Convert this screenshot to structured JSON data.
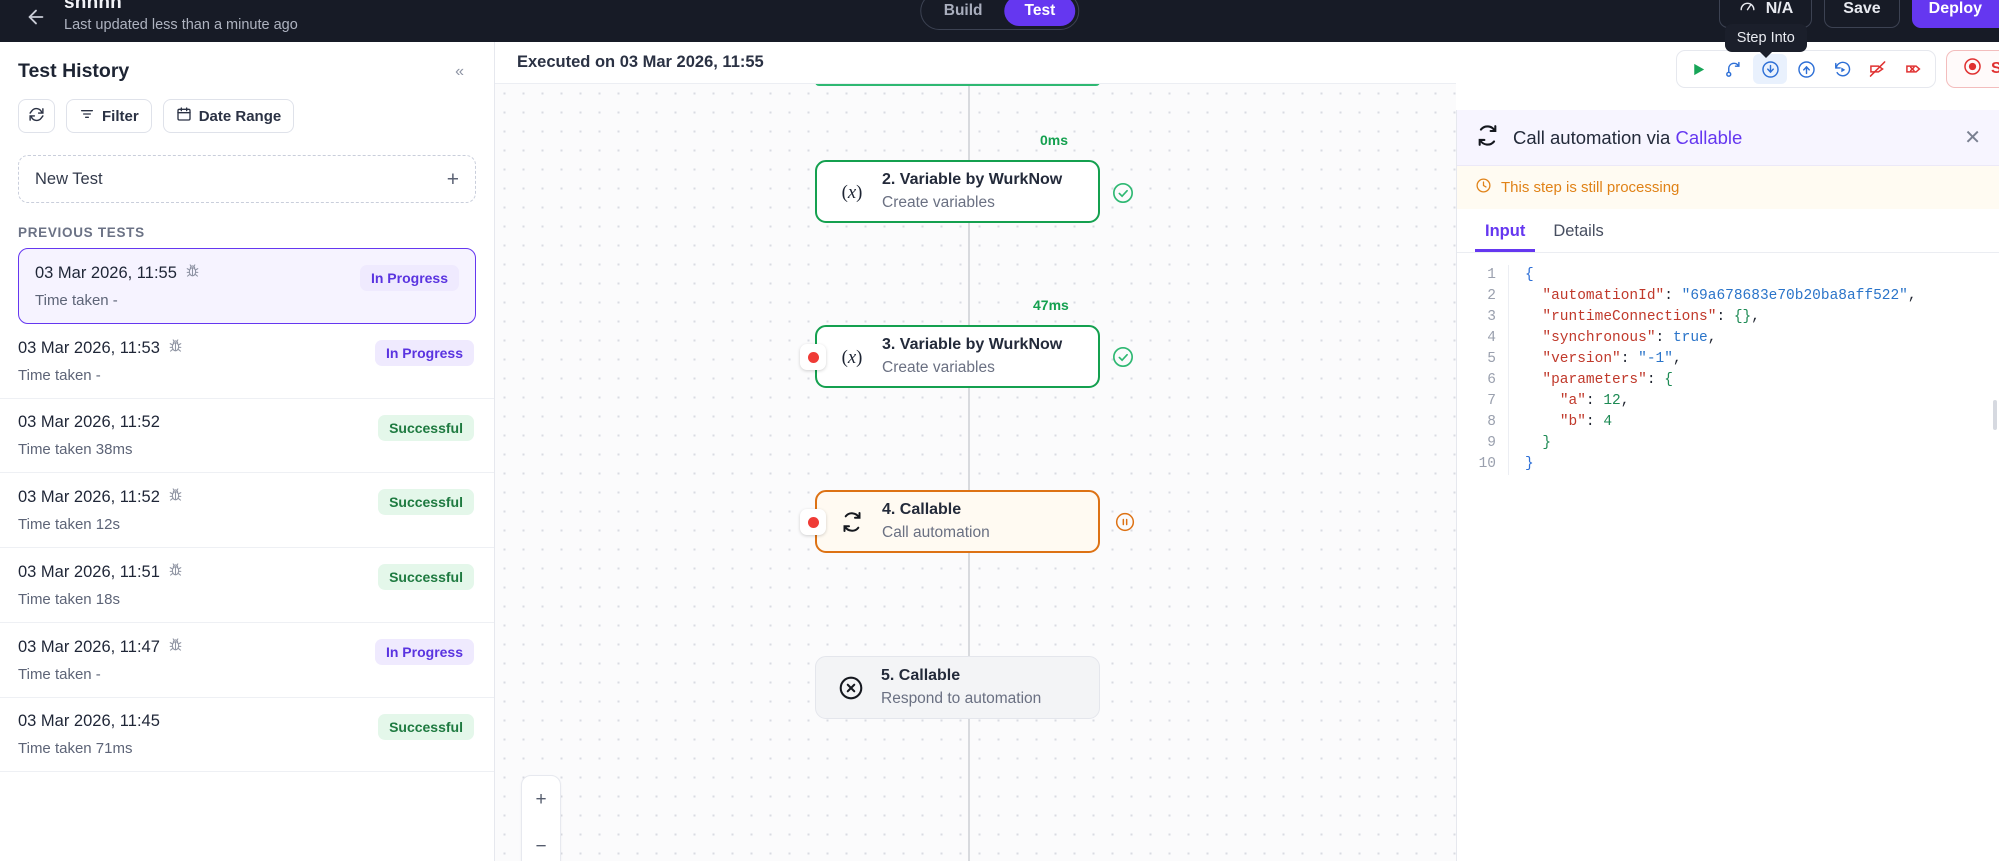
{
  "topbar": {
    "title": "shhhh",
    "subtitle": "Last updated less than a minute ago",
    "back_icon": "arrow-left-icon",
    "segments": [
      {
        "label": "Build",
        "active": false
      },
      {
        "label": "Test",
        "active": true
      }
    ],
    "gauge_label": "N/A",
    "save_label": "Save",
    "deploy_label": "Deploy",
    "tooltip": "Step Into"
  },
  "sidebar": {
    "title": "Test History",
    "collapse_icon": "chevrons-left-icon",
    "tools": [
      {
        "name": "refresh-icon",
        "label": ""
      },
      {
        "name": "filter-icon",
        "label": "Filter"
      },
      {
        "name": "calendar-icon",
        "label": "Date Range"
      }
    ],
    "new_test_label": "New Test",
    "new_test_plus": "+",
    "previous_label": "PREVIOUS TESTS",
    "tests": [
      {
        "date": "03 Mar 2026, 11:55",
        "bug": true,
        "time_taken": "Time taken -",
        "status": "In Progress",
        "status_type": "progress",
        "selected": true
      },
      {
        "date": "03 Mar 2026, 11:53",
        "bug": true,
        "time_taken": "Time taken -",
        "status": "In Progress",
        "status_type": "progress",
        "selected": false
      },
      {
        "date": "03 Mar 2026, 11:52",
        "bug": false,
        "time_taken": "Time taken 38ms",
        "status": "Successful",
        "status_type": "success",
        "selected": false
      },
      {
        "date": "03 Mar 2026, 11:52",
        "bug": true,
        "time_taken": "Time taken 12s",
        "status": "Successful",
        "status_type": "success",
        "selected": false
      },
      {
        "date": "03 Mar 2026, 11:51",
        "bug": true,
        "time_taken": "Time taken 18s",
        "status": "Successful",
        "status_type": "success",
        "selected": false
      },
      {
        "date": "03 Mar 2026, 11:47",
        "bug": true,
        "time_taken": "Time taken -",
        "status": "In Progress",
        "status_type": "progress",
        "selected": false
      },
      {
        "date": "03 Mar 2026, 11:45",
        "bug": false,
        "time_taken": "Time taken 71ms",
        "status": "Successful",
        "status_type": "success",
        "selected": false
      }
    ]
  },
  "canvas": {
    "executed_on": "Executed on 03 Mar 2026, 11:55",
    "toolbar": [
      {
        "name": "run-icon",
        "color": "#18a558"
      },
      {
        "name": "step-over-icon",
        "color": "#2d6fd6"
      },
      {
        "name": "step-into-icon",
        "color": "#2d6fd6"
      },
      {
        "name": "step-out-icon",
        "color": "#2d6fd6"
      },
      {
        "name": "restart-icon",
        "color": "#2d6fd6"
      },
      {
        "name": "disable-breakpoints-icon",
        "color": "#e03131"
      },
      {
        "name": "remove-breakpoints-icon",
        "color": "#e03131"
      }
    ],
    "stop_label": "Stop",
    "zoom_in": "+",
    "zoom_out": "−",
    "nodes": [
      {
        "num": "2.",
        "title": "2. Variable by WurkNow",
        "subtitle": "Create variables",
        "icon": "variable-icon",
        "state": "green",
        "duration": "0ms",
        "breakpoint": false,
        "status_icon": "check-circle-icon"
      },
      {
        "num": "3.",
        "title": "3. Variable by WurkNow",
        "subtitle": "Create variables",
        "icon": "variable-icon",
        "state": "green",
        "duration": "47ms",
        "breakpoint": true,
        "status_icon": "check-circle-icon"
      },
      {
        "num": "4.",
        "title": "4. Callable",
        "subtitle": "Call automation",
        "icon": "callable-icon",
        "state": "orange",
        "duration": "",
        "breakpoint": true,
        "status_icon": "pause-circle-icon"
      },
      {
        "num": "5.",
        "title": "5. Callable",
        "subtitle": "Respond to automation",
        "icon": "stop-circle-icon",
        "state": "muted",
        "duration": "",
        "breakpoint": false,
        "status_icon": ""
      }
    ]
  },
  "panel": {
    "icon": "callable-icon",
    "title_prefix": "Call automation via ",
    "title_link": "Callable",
    "close_icon": "close-icon",
    "banner": "This step is still processing",
    "banner_icon": "clock-icon",
    "tabs": [
      {
        "label": "Input",
        "active": true
      },
      {
        "label": "Details",
        "active": false
      }
    ],
    "code_lines": [
      "1",
      "2",
      "3",
      "4",
      "5",
      "6",
      "7",
      "8",
      "9",
      "10"
    ],
    "code": {
      "l1": "{",
      "l2_key": "\"automationId\"",
      "l2_val": "\"69a678683e70b20ba8aff522\"",
      "l3_key": "\"runtimeConnections\"",
      "l3_val": "{}",
      "l4_key": "\"synchronous\"",
      "l4_val": "true",
      "l5_key": "\"version\"",
      "l5_val": "\"-1\"",
      "l6_key": "\"parameters\"",
      "l6_val": "{",
      "l7_key": "\"a\"",
      "l7_val": "12",
      "l8_key": "\"b\"",
      "l8_val": "4",
      "l9": "}",
      "l10": "}"
    }
  }
}
